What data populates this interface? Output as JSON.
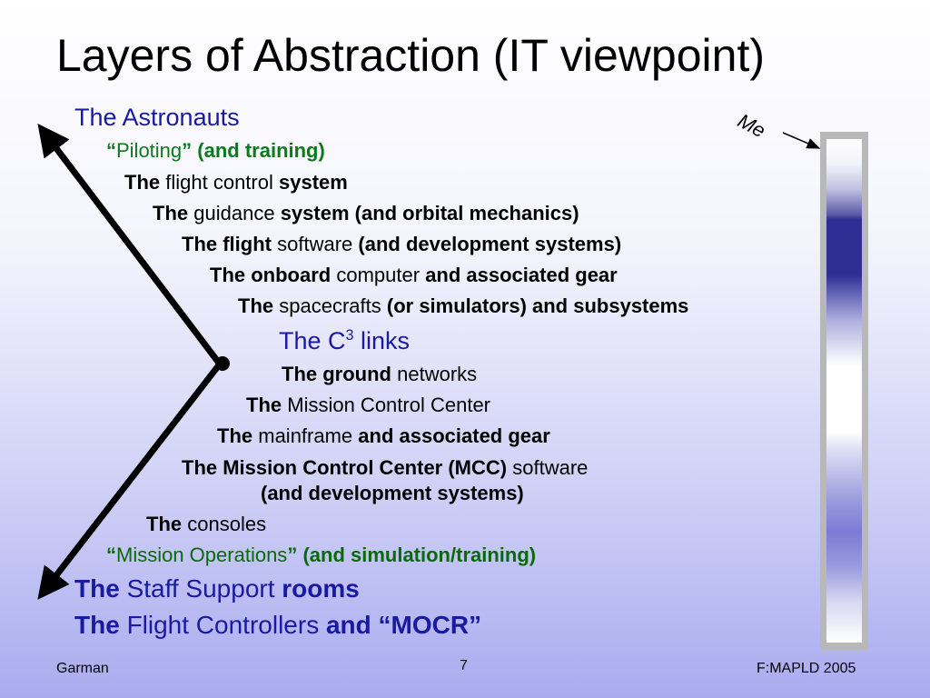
{
  "title": "Layers of Abstraction (IT viewpoint)",
  "annotation": {
    "me_label": "Me"
  },
  "lines": {
    "astronauts": "The Astronauts",
    "piloting": {
      "q_open": "“",
      "word": "Piloting",
      "q_close": "”",
      "extra": "(and training)"
    },
    "flight_control": {
      "a": "The",
      "b": "flight control",
      "c": "system"
    },
    "guidance": {
      "a": "The",
      "b": "guidance",
      "c": "system (and orbital mechanics)"
    },
    "flight_software": {
      "a": "The flight",
      "b": "software",
      "c": "(and development systems)"
    },
    "onboard": {
      "a": "The onboard",
      "b": "computer",
      "c": "and associated gear"
    },
    "spacecrafts": {
      "a": "The",
      "b": "spacecrafts",
      "c": "(or simulators) and subsystems"
    },
    "c3": {
      "a": "The C",
      "sup": "3",
      "b": " links"
    },
    "ground": {
      "a": "The ground",
      "b": "networks"
    },
    "mcc_center": {
      "a": "The",
      "b": "Mission Control Center"
    },
    "mainframe": {
      "a": "The",
      "b": "mainframe",
      "c": "and associated gear"
    },
    "mcc_software": {
      "a": "The Mission Control Center (MCC)",
      "b": "software",
      "c": "(and development systems)"
    },
    "consoles": {
      "a": "The",
      "b": "consoles"
    },
    "mission_ops": {
      "q_open": "“",
      "word": "Mission Operations",
      "q_close": "”",
      "extra": "(and simulation/training)"
    },
    "staff_support": {
      "a": "The",
      "b": "Staff Support",
      "c": "rooms"
    },
    "flight_controllers": {
      "a": "The",
      "b": "Flight Controllers",
      "c": "and “MOCR”"
    }
  },
  "footer": {
    "left": "Garman",
    "center": "7",
    "right": "F:MAPLD 2005"
  },
  "colors": {
    "blue_text": "#1a1aa0",
    "green_text": "#0a7a1a",
    "bar_dark": "#2e2e94"
  },
  "icons": [
    "double-headed-arrow-icon",
    "pointer-arrow-icon"
  ]
}
